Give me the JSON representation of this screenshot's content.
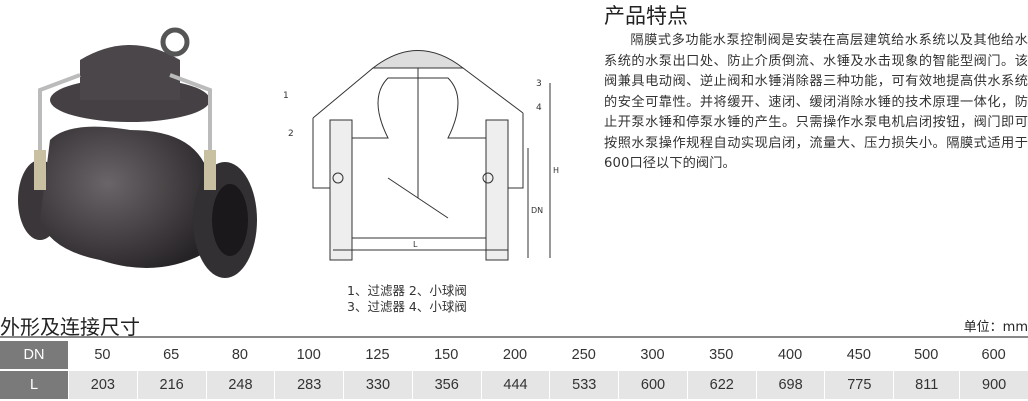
{
  "features": {
    "title": "产品特点",
    "body": "隔膜式多功能水泵控制阀是安装在高层建筑给水系统以及其他给水系统的水泵出口处、防止介质倒流、水锤及水击现象的智能型阀门。该阀兼具电动阀、逆止阀和水锤消除器三种功能，可有效地提高供水系统的安全可靠性。并将缓开、速闭、缓闭消除水锤的技术原理一体化，防止开泵水锤和停泵水锤的产生。只需操作水泵电机启闭按钮，阀门即可按照水泵操作规程自动实现启闭，流量大、压力损失小。隔膜式适用于600口径以下的阀门。"
  },
  "diagram": {
    "labels": [
      "1",
      "2",
      "3",
      "4",
      "H",
      "DN",
      "L"
    ],
    "legend": [
      "1、过滤器 2、小球阀",
      "3、过滤器 4、小球阀"
    ]
  },
  "dimensions": {
    "title": "外形及连接尺寸",
    "unit": "单位：mm",
    "rows": [
      {
        "header": "DN",
        "values": [
          "50",
          "65",
          "80",
          "100",
          "125",
          "150",
          "200",
          "250",
          "300",
          "350",
          "400",
          "450",
          "500",
          "600"
        ]
      },
      {
        "header": "L",
        "values": [
          "203",
          "216",
          "248",
          "283",
          "330",
          "356",
          "444",
          "533",
          "600",
          "622",
          "698",
          "775",
          "811",
          "900"
        ]
      }
    ]
  },
  "colors": {
    "header_bg": "#7a7a7a",
    "row_alt": "#e5e5e5",
    "valve_body": "#3d3a3d"
  }
}
